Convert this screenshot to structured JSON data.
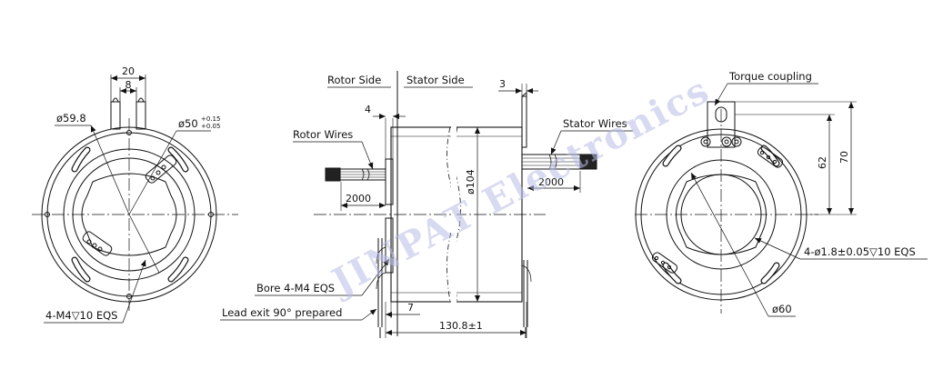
{
  "watermark": "JINPAT Electronics",
  "left_view": {
    "dim_width_top": "20",
    "dim_slot": "8",
    "dia_outer": "ø59.8",
    "dia_bore_main": "ø50",
    "tol_plus": "+0.15",
    "tol_minus": "+0.05",
    "thread_note": "4-M4▽10 EQS"
  },
  "side_view": {
    "rotor_side": "Rotor Side",
    "stator_side": "Stator Side",
    "rotor_wires": "Rotor Wires",
    "stator_wires": "Stator Wires",
    "dim_4": "4",
    "dim_3": "3",
    "rotor_wire_len": "2000",
    "stator_wire_len": "2000",
    "dia_body": "ø104",
    "bore_note": "Bore 4-M4 EQS",
    "lead_exit_note": "Lead exit 90° prepared",
    "dim_7": "7",
    "overall_len": "130.8±1"
  },
  "right_view": {
    "torque_coupling": "Torque coupling",
    "dim_62": "62",
    "dim_70": "70",
    "hole_note": "4-ø1.8±0.05▽10 EQS",
    "dia_60": "ø60"
  }
}
